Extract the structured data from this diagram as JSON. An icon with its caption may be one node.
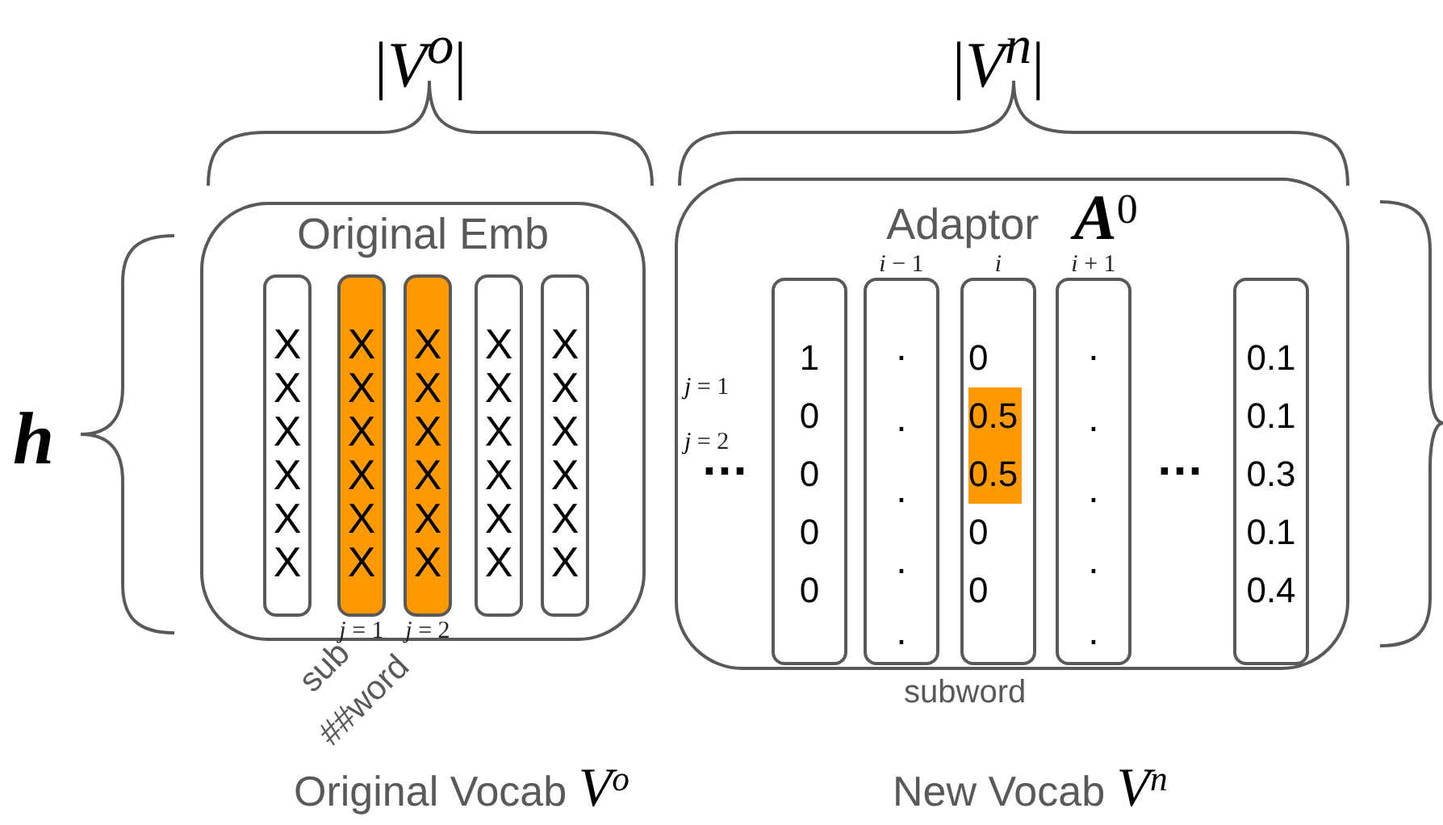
{
  "diagram": {
    "nodes": [
      {
        "text": [
          "Original Emb"
        ]
      },
      {
        "text": [
          "X X X X X X"
        ],
        "in": 0
      },
      {
        "text": [
          "X X X X X X"
        ],
        "in": 0,
        "beside": [
          "*j* = 1"
        ]
      },
      {
        "text": [
          "X X X X X X"
        ],
        "in": 0,
        "beside": [
          "*j* = 2"
        ]
      },
      {
        "text": [
          "X X X X X X"
        ],
        "in": 0
      },
      {
        "text": [
          "X X X X X X"
        ],
        "in": 0
      },
      {
        "text": [
          "Adaptor **A**$^{0}$"
        ]
      },
      {
        "text": [
          "1 0 0 0 0"
        ],
        "in": 6
      },
      {
        "text": [
          ". . . . ."
        ],
        "in": 6,
        "beside": [
          "*i* − 1"
        ]
      },
      {
        "text": [
          "0",
          "0.5",
          "0.5",
          "0",
          "0"
        ],
        "in": 6,
        "beside": [
          "*i*"
        ]
      },
      {
        "text": [
          ". . . . ."
        ],
        "in": 6,
        "beside": [
          "*i* + 1"
        ]
      },
      {
        "text": [
          "0.1 0.1 0.3 0.1 0.4"
        ],
        "in": 6
      }
    ],
    "labels": [
      "|*V*$^{o}$|",
      "|*V*$^{n}$|",
      "h",
      "*j* = 1",
      "*j* = 2",
      "…",
      "…",
      "sub",
      "##word",
      "subword",
      "Original Vocab *V*$^{o}$",
      "New Vocab *V*$^{n}$"
    ]
  }
}
